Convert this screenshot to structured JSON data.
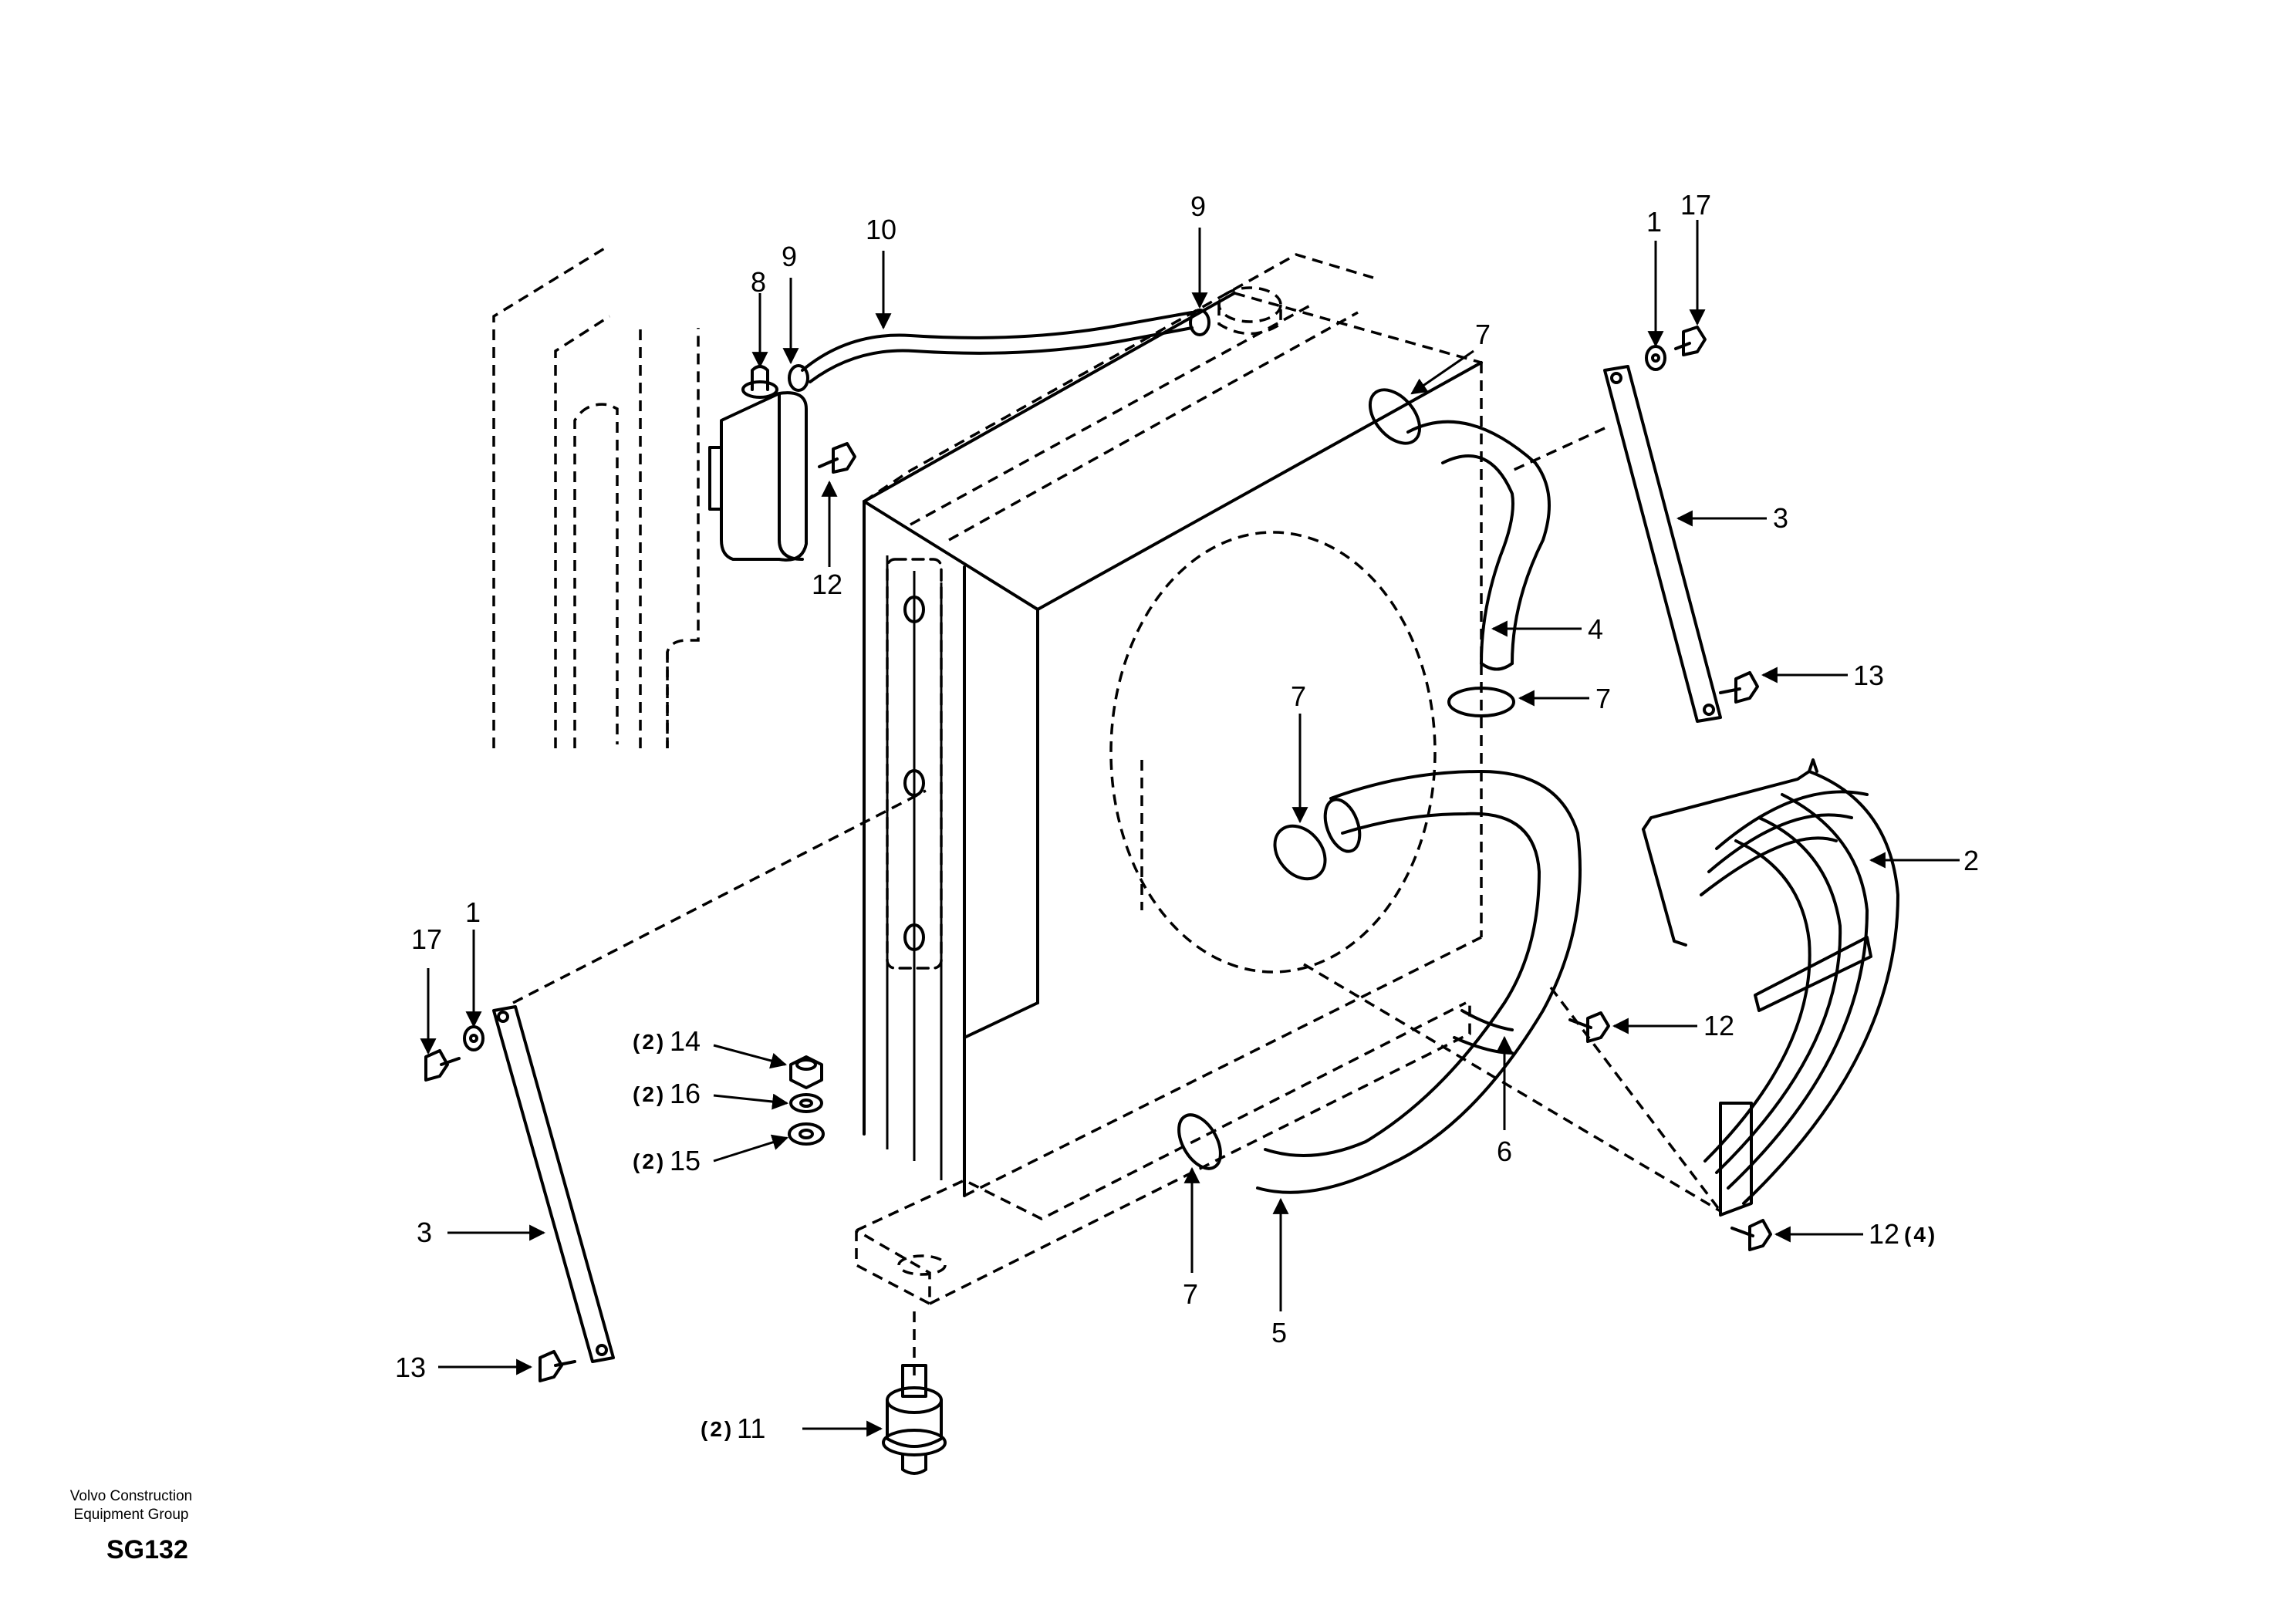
{
  "footer": {
    "company_line1": "Volvo Construction",
    "company_line2": "Equipment Group",
    "code": "SG132"
  },
  "callouts": {
    "c1_top": "1",
    "c17_top": "17",
    "c3_right": "3",
    "c13_right": "13",
    "c2": "2",
    "c12_right": "12",
    "c12_4_num": "12",
    "c12_4_qty": "(4)",
    "c6": "6",
    "c5": "5",
    "c7_bottom": "7",
    "c7_left": "7",
    "c7_mid": "7",
    "c7_top": "7",
    "c4": "4",
    "c9_right": "9",
    "c10": "10",
    "c9_left": "9",
    "c8": "8",
    "c12_tank": "12",
    "c17_left": "17",
    "c1_left": "1",
    "c3_left": "3",
    "c13_left": "13",
    "c14_qty": "(2)",
    "c14": "14",
    "c16_qty": "(2)",
    "c16": "16",
    "c15_qty": "(2)",
    "c15": "15",
    "c11_qty": "(2)",
    "c11": "11"
  }
}
